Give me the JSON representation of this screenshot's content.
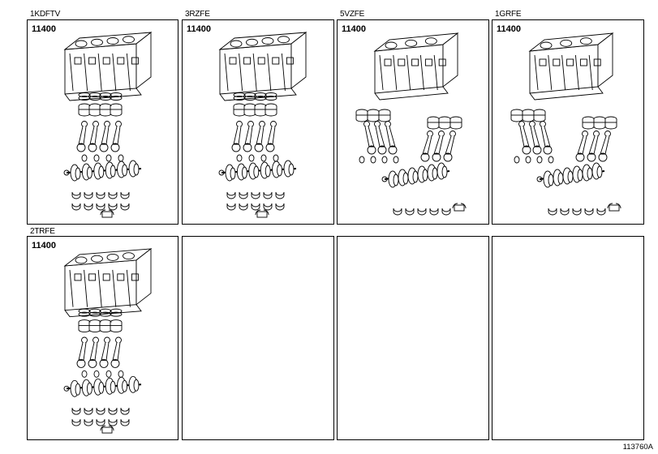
{
  "panels": [
    {
      "engine": "1KDFTV",
      "part_number": "11400",
      "illustration": "short-block-inline-4-exploded"
    },
    {
      "engine": "3RZFE",
      "part_number": "11400",
      "illustration": "short-block-inline-4-exploded"
    },
    {
      "engine": "5VZFE",
      "part_number": "11400",
      "illustration": "short-block-v6-exploded"
    },
    {
      "engine": "1GRFE",
      "part_number": "11400",
      "illustration": "short-block-v6-exploded"
    },
    {
      "engine": "2TRFE",
      "part_number": "11400",
      "illustration": "short-block-inline-4-exploded"
    }
  ],
  "figure_code": "113760A"
}
